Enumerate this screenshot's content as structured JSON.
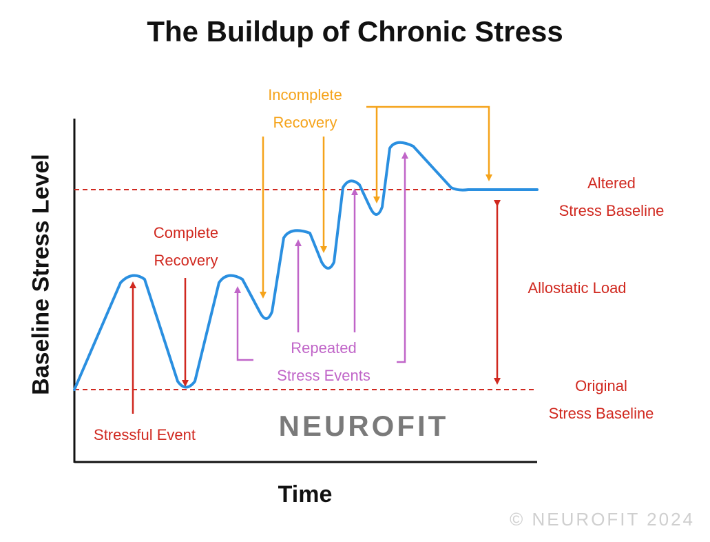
{
  "title": "The Buildup of Chronic Stress",
  "axes": {
    "y_label": "Baseline Stress Level",
    "x_label": "Time"
  },
  "labels": {
    "stressful_event": "Stressful Event",
    "complete_recovery_1": "Complete",
    "complete_recovery_2": "Recovery",
    "incomplete_recovery_1": "Incomplete",
    "incomplete_recovery_2": "Recovery",
    "repeated_1": "Repeated",
    "repeated_2": "Stress Events",
    "altered_1": "Altered",
    "altered_2": "Stress Baseline",
    "allostatic": "Allostatic Load",
    "original_1": "Original",
    "original_2": "Stress Baseline"
  },
  "brand": "NEUROFIT",
  "copyright": "© NEUROFIT 2024",
  "colors": {
    "curve": "#2a8fe0",
    "red": "#d0281f",
    "orange": "#f5a31a",
    "purple": "#c065c8",
    "axis": "#111111"
  }
}
